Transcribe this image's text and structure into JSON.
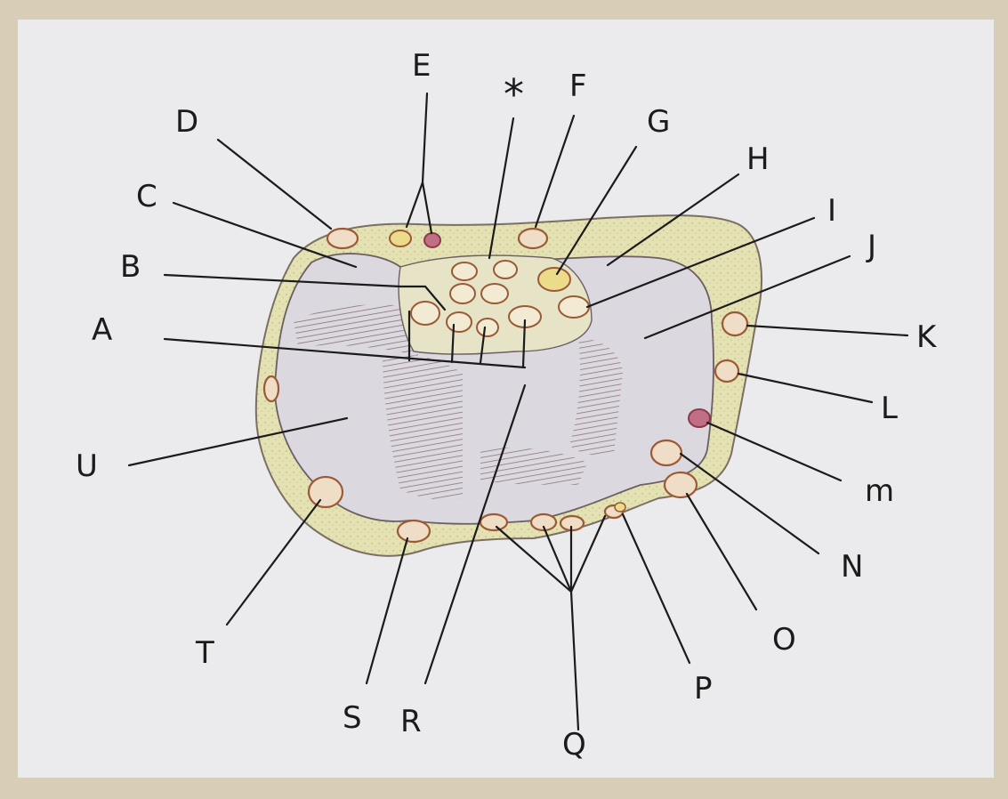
{
  "diagram": {
    "labels": {
      "A": "A",
      "B": "B",
      "C": "C",
      "D": "D",
      "E": "E",
      "star": "*",
      "F": "F",
      "G": "G",
      "H": "H",
      "I": "I",
      "J": "J",
      "K": "K",
      "L": "L",
      "M": "m",
      "N": "N",
      "O": "O",
      "P": "P",
      "Q": "Q",
      "R": "R",
      "S": "S",
      "T": "T",
      "U": "U"
    },
    "colors": {
      "paper": "#ebeaec",
      "border": "#d8ceb8",
      "outer_ring": "#e4e1b2",
      "bone": "#dcd8df",
      "tendon_fill": "#f3ead4",
      "tendon_outline": "#9a5a35",
      "nerve": "#ecdb8a",
      "vessel": "#c26f85",
      "hatch": "#7a6669",
      "ink": "#1b1b1b"
    }
  }
}
